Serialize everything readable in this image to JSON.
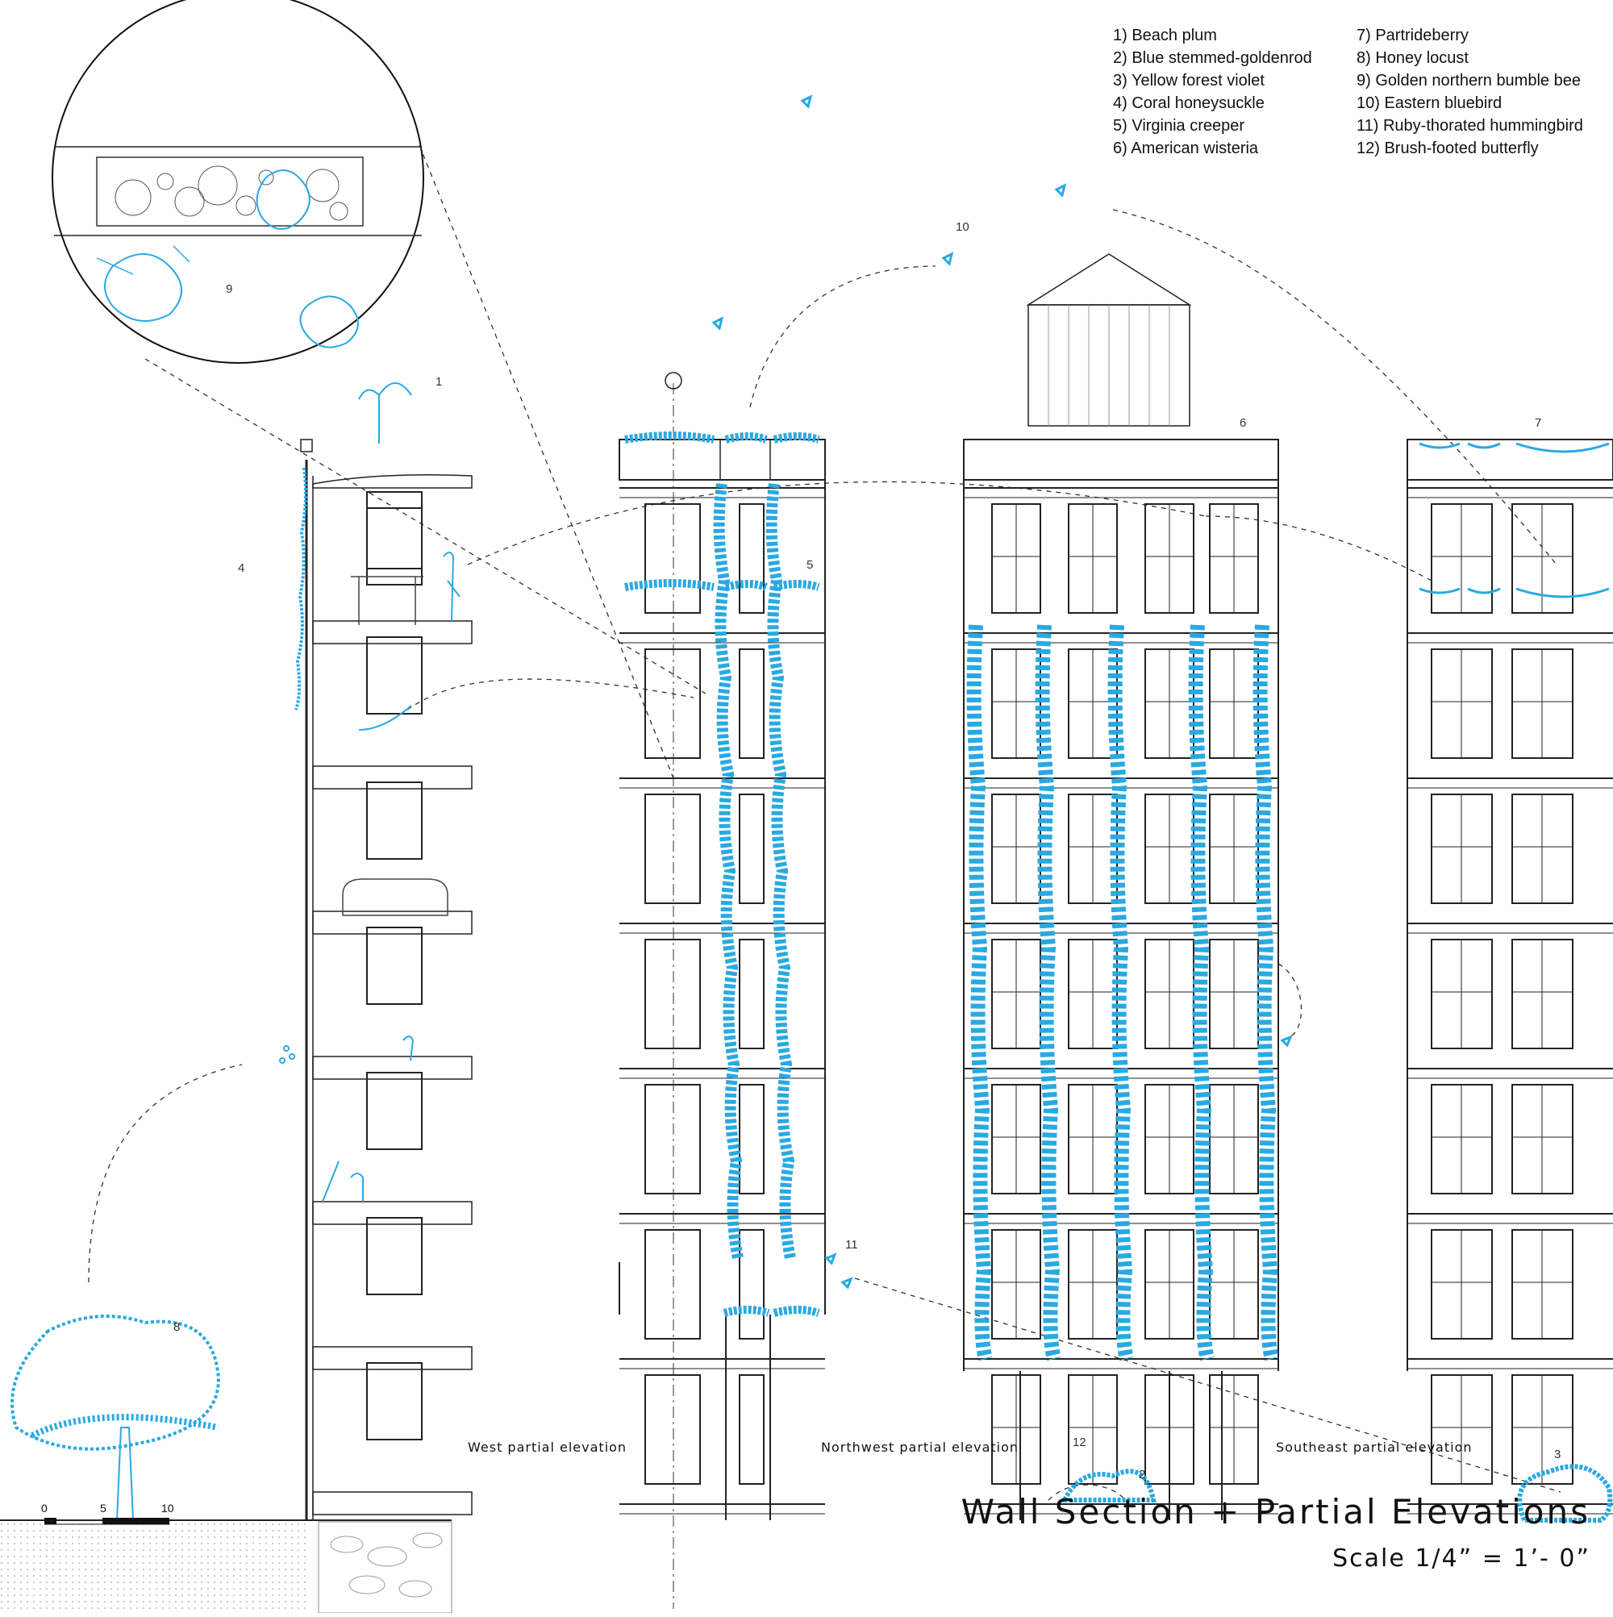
{
  "legend": {
    "left": [
      "1) Beach plum",
      "2) Blue stemmed-goldenrod",
      "3) Yellow forest violet",
      "4) Coral honeysuckle",
      "5) Virginia creeper",
      "6) American wisteria"
    ],
    "right": [
      "7) Partrideberry",
      "8) Honey locust",
      "9) Golden northern bumble bee",
      "10) Eastern bluebird",
      "11) Ruby-thorated hummingbird",
      "12) Brush-footed butterfly"
    ]
  },
  "labels": {
    "west": "West partial elevation",
    "northwest": "Northwest partial elevation",
    "southeast": "Southeast partial elevation"
  },
  "numbers": [
    "1",
    "2",
    "3",
    "4",
    "5",
    "6",
    "7",
    "8",
    "9",
    "10",
    "11",
    "12"
  ],
  "scale_bar": {
    "ticks": [
      "0",
      "5",
      "10"
    ]
  },
  "title": "Wall Section + Partial Elevations",
  "subtitle": "Scale 1/4” = 1’- 0”",
  "colors": {
    "line": "#222222",
    "plant": "#29a9e1",
    "dash": "#333333",
    "light": "#999999"
  }
}
